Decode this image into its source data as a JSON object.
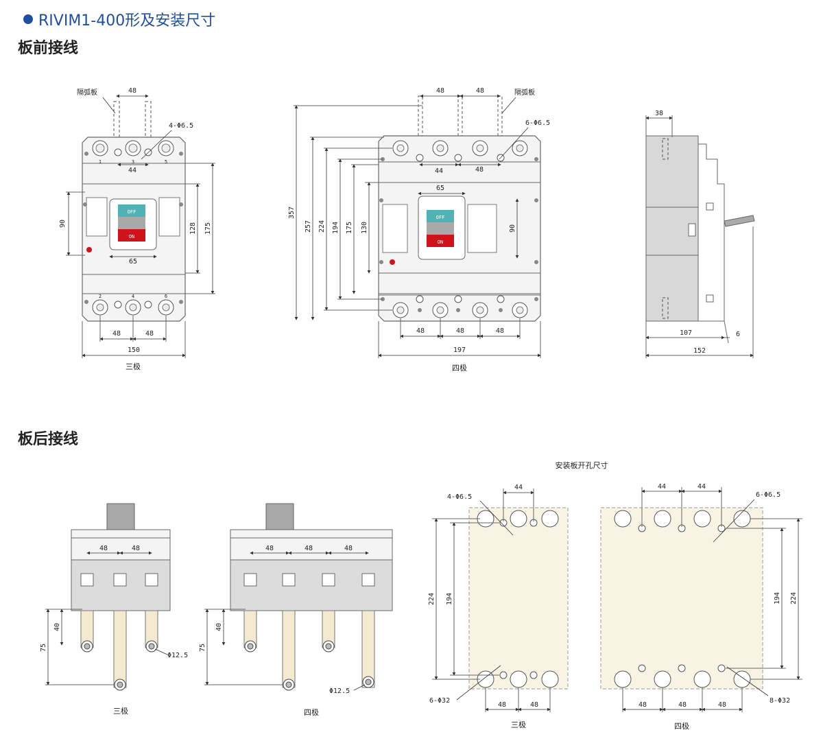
{
  "title": "RIVIM1-400形及安装尺寸",
  "sections": {
    "front": "板前接线",
    "rear": "板后接线"
  },
  "front": {
    "three": {
      "caption": "三极",
      "arc_label": "隔弧板",
      "hole_label": "4-Φ6.5",
      "top_pitch": "48",
      "hole_pitch": "44",
      "d90": "90",
      "d128": "128",
      "d175": "175",
      "d65": "65",
      "bot_a": "48",
      "bot_b": "48",
      "width": "150",
      "terminals_top": [
        "1",
        "3",
        "5"
      ],
      "terminals_bot": [
        "2",
        "4",
        "6"
      ],
      "off": "OFF",
      "on": "ON"
    },
    "four": {
      "caption": "四极",
      "arc_label": "隔弧板",
      "hole_label": "6-Φ6.5",
      "top_a": "48",
      "top_b": "48",
      "hole_a": "44",
      "hole_b": "48",
      "d357": "357",
      "d257": "257",
      "d224": "224",
      "d194": "194",
      "d175": "175",
      "d130": "130",
      "d65": "65",
      "d90": "90",
      "bot_a": "48",
      "bot_b": "48",
      "bot_c": "48",
      "width": "197",
      "off": "OFF",
      "on": "ON"
    },
    "side": {
      "d38": "38",
      "d107": "107",
      "d6": "6",
      "d152": "152"
    }
  },
  "rear": {
    "three": {
      "caption": "三极",
      "p1": "48",
      "p2": "48",
      "d40": "40",
      "d75": "75",
      "hole": "Φ12.5"
    },
    "four": {
      "caption": "四极",
      "p1": "48",
      "p2": "48",
      "p3": "48",
      "d40": "40",
      "d75": "75",
      "hole": "Φ12.5"
    }
  },
  "panel": {
    "heading": "安装板开孔尺寸",
    "three": {
      "caption": "三极",
      "top_pitch": "44",
      "hole_small": "4-Φ6.5",
      "d224": "224",
      "d194": "194",
      "hole_big": "6-Φ32",
      "bot_a": "48",
      "bot_b": "48"
    },
    "four": {
      "caption": "四极",
      "top_a": "44",
      "top_b": "44",
      "hole_small": "6-Φ6.5",
      "d194": "194",
      "d224": "224",
      "hole_big": "8-Φ32",
      "bot_a": "48",
      "bot_b": "48",
      "bot_c": "48"
    }
  },
  "colors": {
    "title": "#1f4fa3",
    "off": "#4fb3b5",
    "on": "#d0121b",
    "panel": "#f8f3e2",
    "rear_body": "#dcdcdc"
  }
}
